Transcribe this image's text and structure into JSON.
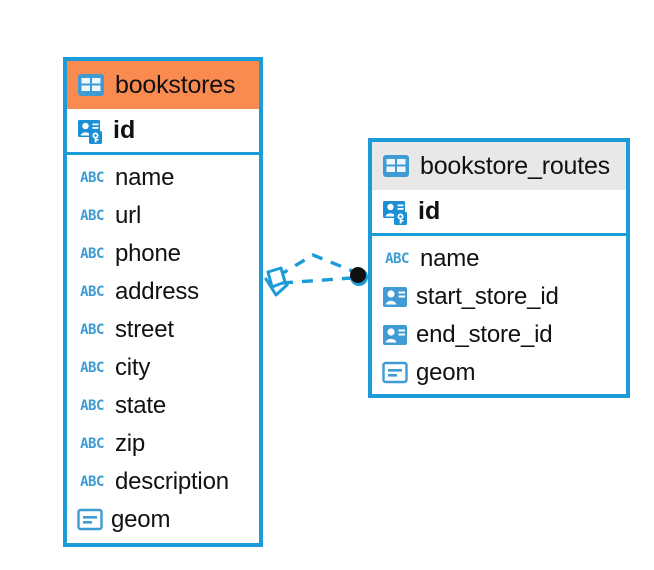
{
  "diagram": {
    "type": "entity-relationship-diagram",
    "accent_color": "#1b9cd8",
    "highlight_color": "#f98a50",
    "header_color": "#e8e8e8",
    "icon_color": "#3e9bd4",
    "endpoint_color": "#111111"
  },
  "tables": [
    {
      "name": "bookstores",
      "header_style": "highlighted",
      "table_icon": "table-icon",
      "primary_key": {
        "label": "id",
        "icon": "primary-key-icon"
      },
      "fields": [
        {
          "label": "name",
          "icon": "text-type-icon",
          "icon_text": "ABC"
        },
        {
          "label": "url",
          "icon": "text-type-icon",
          "icon_text": "ABC"
        },
        {
          "label": "phone",
          "icon": "text-type-icon",
          "icon_text": "ABC"
        },
        {
          "label": "address",
          "icon": "text-type-icon",
          "icon_text": "ABC"
        },
        {
          "label": "street",
          "icon": "text-type-icon",
          "icon_text": "ABC"
        },
        {
          "label": "city",
          "icon": "text-type-icon",
          "icon_text": "ABC"
        },
        {
          "label": "state",
          "icon": "text-type-icon",
          "icon_text": "ABC"
        },
        {
          "label": "zip",
          "icon": "text-type-icon",
          "icon_text": "ABC"
        },
        {
          "label": "description",
          "icon": "text-type-icon",
          "icon_text": "ABC"
        },
        {
          "label": "geom",
          "icon": "geometry-type-icon",
          "icon_text": ""
        }
      ]
    },
    {
      "name": "bookstore_routes",
      "header_style": "normal",
      "table_icon": "table-icon",
      "primary_key": {
        "label": "id",
        "icon": "primary-key-icon"
      },
      "fields": [
        {
          "label": "name",
          "icon": "text-type-icon",
          "icon_text": "ABC"
        },
        {
          "label": "start_store_id",
          "icon": "foreign-key-icon",
          "icon_text": ""
        },
        {
          "label": "end_store_id",
          "icon": "foreign-key-icon",
          "icon_text": ""
        },
        {
          "label": "geom",
          "icon": "geometry-type-icon",
          "icon_text": ""
        }
      ]
    }
  ],
  "relationship": {
    "from_table": "bookstores",
    "to_table": "bookstore_routes",
    "from_endpoint": "crows-foot-endpoint",
    "to_endpoint": "filled-circle-endpoint",
    "line_style": "dashed"
  }
}
